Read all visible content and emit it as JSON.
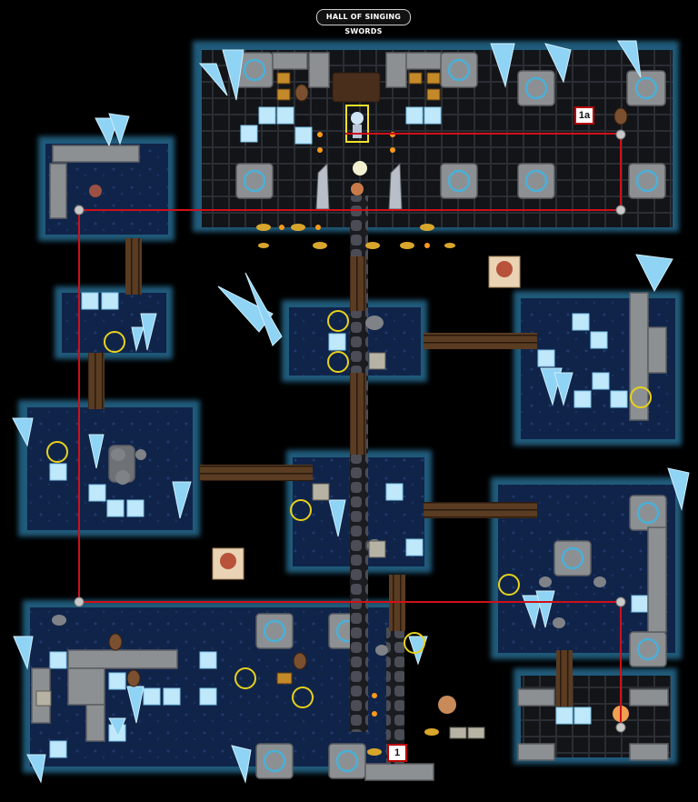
{
  "map": {
    "title": "HALL OF SINGING SWORDS",
    "markers": {
      "start": "1",
      "secondary": "1a"
    }
  },
  "palette": {
    "background": "#000000",
    "floor_dark": "#1b2a45",
    "floor_cave": "#142b52",
    "ice_tile": "#bfe8fb",
    "stone_wall": "#8d9093",
    "wood_bridge": "#6b4a2b",
    "crystal": "#8fd3f5",
    "route_line": "#d0101a",
    "search_circle": "#e8d21a"
  },
  "icons": [
    "monster-token-icon",
    "hero-figure-icon",
    "treasure-chest-icon",
    "sword-statue-icon",
    "search-circle-icon",
    "ice-crystal-icon",
    "torch-icon",
    "barrel-icon",
    "rune-tile-icon"
  ]
}
